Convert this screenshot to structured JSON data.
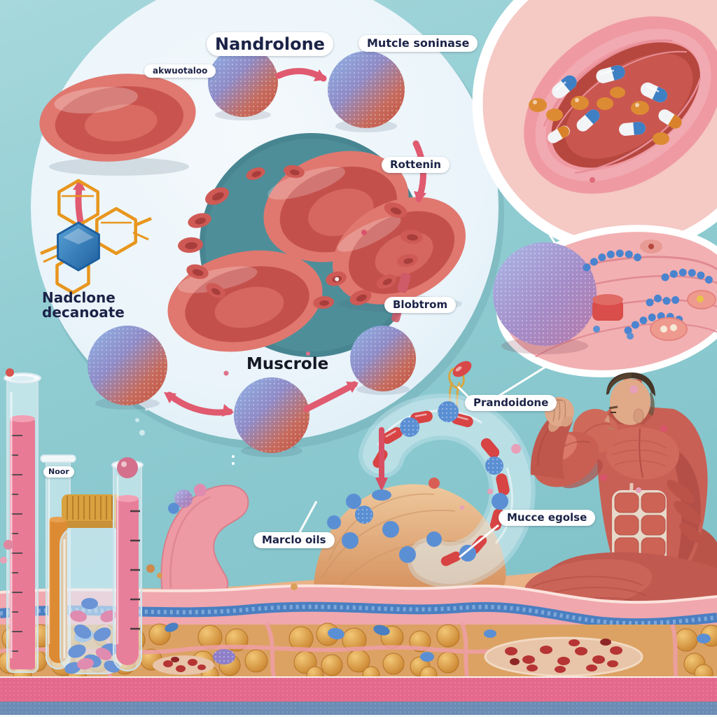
{
  "meta": {
    "description": "3D medical infographic illustration of nandrolone decanoate: molecule cycle with red blood cells, muscle tissue insets with pills, lab glassware, muscle cell with pill loop, anatomical bodybuilder, and skin/fat tissue cross-section",
    "style": "3d-render-infographic"
  },
  "labels": {
    "nandrolone": "Nandrolone",
    "akwuotaloo": "akwuotaloo",
    "muscle_soninase": "Mutcle soninase",
    "rottenin": "Rottenin",
    "blobtrom": "Blobtrom",
    "muscrole": "Muscrole",
    "nadclone_line1": "Nadclone",
    "nadclone_line2": "decanoate",
    "noor": "Noor",
    "prandoidone": "Prandoidone",
    "mucce_egolse": "Mucce egolse",
    "marclo_oils": "Marclo oils"
  },
  "colors": {
    "background_top": "#a6d8dc",
    "background_bottom": "#7cc0c6",
    "diagram_circle": "#ecf5fa",
    "inner_circle_teal": "#4e8e99",
    "red_blood_cell": "#d96561",
    "arrow_pink": "#e05a70",
    "molecule_orange": "#e8961e",
    "molecule_blue": "#2e7fc1",
    "label_text": "#1b2347",
    "label_background": "#ffffff",
    "sphere_blue": "#7fa8e0",
    "sphere_red": "#cc5648",
    "muscle_pink": "#ef9aa2",
    "muscle_deep_red": "#b6473f",
    "capsule_blue": "#3f7fc4",
    "pill_orange": "#d9822b",
    "fat_cell_gold": "#d99a3e",
    "vessel_blue": "#4a7fc1",
    "skin_tan": "#e8b287",
    "bottom_band_pink": "#e4698c",
    "bottom_band_blue": "#6b8cb5"
  },
  "scene": {
    "cycle_diagram": "Circular pathway of stippled blue-red steroid spheres and red blood cells linked by pink arrows",
    "inset_top_right": "Magnified muscle tissue opening filled with blue-white capsules and orange pills",
    "inset_right": "Muscle fiber section with purple receptor sphere, blue coils and cells",
    "bottom_left": "Graduated cylinder and test tubes with pink and orange liquid, jar of pills",
    "center": "Muscle cell dome with transparent loop of red pills and blue molecules",
    "right": "Anatomical bodybuilder flexing biceps",
    "bottom": "Skin and adipose cross-section with fat cells, capillary and red blood cells"
  }
}
